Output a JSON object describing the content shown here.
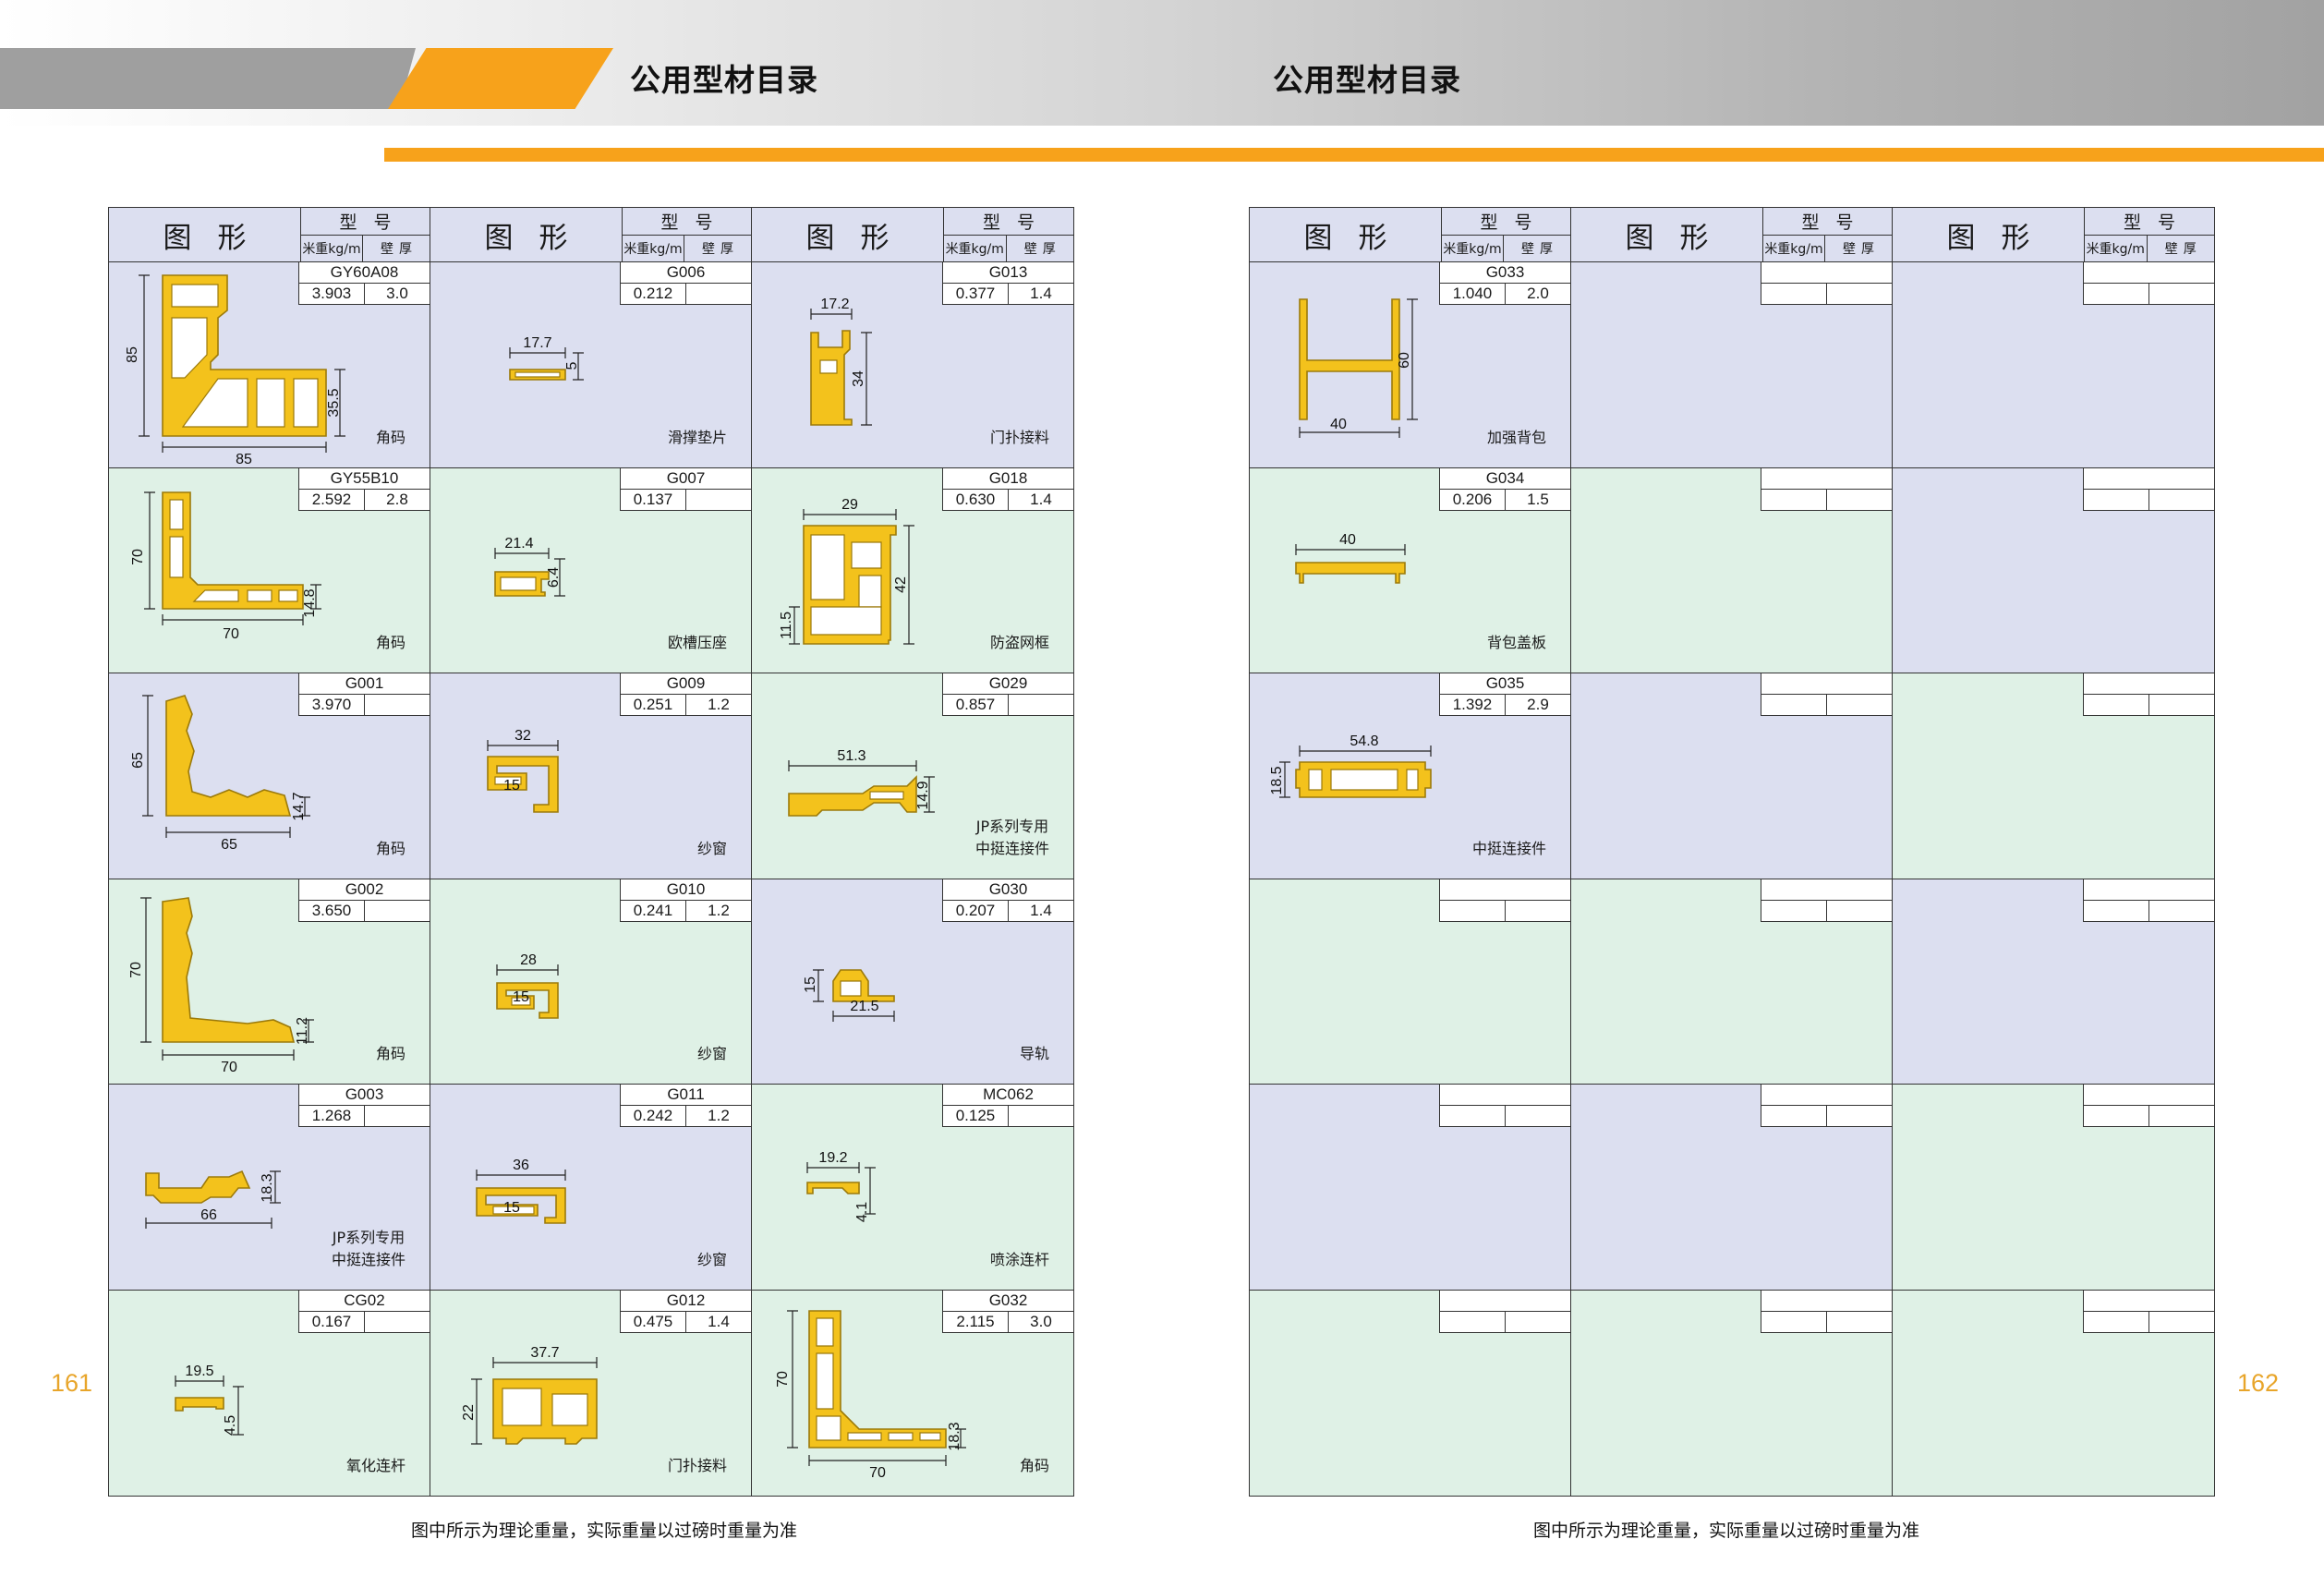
{
  "header": {
    "title_left": "公用型材目录",
    "title_right": "公用型材目录"
  },
  "pages": {
    "left": "161",
    "right": "162"
  },
  "footnote": {
    "left": "图中所示为理论重量，实际重量以过磅时重量为准",
    "right": "图中所示为理论重量，实际重量以过磅时重量为准"
  },
  "table_header": {
    "shape": "图形",
    "model": "型号",
    "weight": "米重kg/m",
    "wall": "壁厚"
  },
  "left_cells": [
    {
      "model": "GY60A08",
      "weight": "3.903",
      "wall": "3.0",
      "name": "角码",
      "dims": [
        "85",
        "85",
        "35.5"
      ]
    },
    {
      "model": "G006",
      "weight": "0.212",
      "wall": "",
      "name": "滑撑垫片",
      "dims": [
        "17.7",
        "5"
      ]
    },
    {
      "model": "G013",
      "weight": "0.377",
      "wall": "1.4",
      "name": "门扑接料",
      "dims": [
        "17.2",
        "34"
      ]
    },
    {
      "model": "GY55B10",
      "weight": "2.592",
      "wall": "2.8",
      "name": "角码",
      "dims": [
        "70",
        "70",
        "14.8"
      ]
    },
    {
      "model": "G007",
      "weight": "0.137",
      "wall": "",
      "name": "欧槽压座",
      "dims": [
        "21.4",
        "6.4"
      ]
    },
    {
      "model": "G018",
      "weight": "0.630",
      "wall": "1.4",
      "name": "防盗网框",
      "dims": [
        "29",
        "42",
        "11.5"
      ]
    },
    {
      "model": "G001",
      "weight": "3.970",
      "wall": "",
      "name": "角码",
      "dims": [
        "65",
        "65",
        "14.7"
      ]
    },
    {
      "model": "G009",
      "weight": "0.251",
      "wall": "1.2",
      "name": "纱窗",
      "dims": [
        "32",
        "15"
      ]
    },
    {
      "model": "G029",
      "weight": "0.857",
      "wall": "",
      "name": "JP系列专用",
      "name2": "中挺连接件",
      "dims": [
        "51.3",
        "14.9"
      ]
    },
    {
      "model": "G002",
      "weight": "3.650",
      "wall": "",
      "name": "角码",
      "dims": [
        "70",
        "70",
        "11.2"
      ]
    },
    {
      "model": "G010",
      "weight": "0.241",
      "wall": "1.2",
      "name": "纱窗",
      "dims": [
        "28",
        "15"
      ]
    },
    {
      "model": "G030",
      "weight": "0.207",
      "wall": "1.4",
      "name": "导轨",
      "dims": [
        "15",
        "21.5"
      ]
    },
    {
      "model": "G003",
      "weight": "1.268",
      "wall": "",
      "name": "JP系列专用",
      "name2": "中挺连接件",
      "dims": [
        "66",
        "18.3"
      ]
    },
    {
      "model": "G011",
      "weight": "0.242",
      "wall": "1.2",
      "name": "纱窗",
      "dims": [
        "36",
        "15"
      ]
    },
    {
      "model": "MC062",
      "weight": "0.125",
      "wall": "",
      "name": "喷涂连杆",
      "dims": [
        "19.2",
        "4.1"
      ]
    },
    {
      "model": "CG02",
      "weight": "0.167",
      "wall": "",
      "name": "氧化连杆",
      "dims": [
        "19.5",
        "4.5"
      ]
    },
    {
      "model": "G012",
      "weight": "0.475",
      "wall": "1.4",
      "name": "门扑接料",
      "dims": [
        "37.7",
        "22"
      ]
    },
    {
      "model": "G032",
      "weight": "2.115",
      "wall": "3.0",
      "name": "角码",
      "dims": [
        "70",
        "70",
        "18.3"
      ]
    }
  ],
  "right_cells": [
    {
      "model": "G033",
      "weight": "1.040",
      "wall": "2.0",
      "name": "加强背包",
      "dims": [
        "60",
        "40"
      ]
    },
    {
      "model": "",
      "weight": "",
      "wall": "",
      "name": "",
      "dims": []
    },
    {
      "model": "",
      "weight": "",
      "wall": "",
      "name": "",
      "dims": []
    },
    {
      "model": "G034",
      "weight": "0.206",
      "wall": "1.5",
      "name": "背包盖板",
      "dims": [
        "40"
      ]
    },
    {
      "model": "",
      "weight": "",
      "wall": "",
      "name": "",
      "dims": []
    },
    {
      "model": "",
      "weight": "",
      "wall": "",
      "name": "",
      "dims": []
    },
    {
      "model": "G035",
      "weight": "1.392",
      "wall": "2.9",
      "name": "中挺连接件",
      "dims": [
        "54.8",
        "18.5"
      ]
    },
    {
      "model": "",
      "weight": "",
      "wall": "",
      "name": "",
      "dims": []
    },
    {
      "model": "",
      "weight": "",
      "wall": "",
      "name": "",
      "dims": []
    },
    {
      "model": "",
      "weight": "",
      "wall": "",
      "name": "",
      "dims": []
    },
    {
      "model": "",
      "weight": "",
      "wall": "",
      "name": "",
      "dims": []
    },
    {
      "model": "",
      "weight": "",
      "wall": "",
      "name": "",
      "dims": []
    },
    {
      "model": "",
      "weight": "",
      "wall": "",
      "name": "",
      "dims": []
    },
    {
      "model": "",
      "weight": "",
      "wall": "",
      "name": "",
      "dims": []
    },
    {
      "model": "",
      "weight": "",
      "wall": "",
      "name": "",
      "dims": []
    },
    {
      "model": "",
      "weight": "",
      "wall": "",
      "name": "",
      "dims": []
    },
    {
      "model": "",
      "weight": "",
      "wall": "",
      "name": "",
      "dims": []
    },
    {
      "model": "",
      "weight": "",
      "wall": "",
      "name": "",
      "dims": []
    }
  ],
  "colors": {
    "accent": "#f7a21b",
    "profile_fill": "#f3c21c",
    "cell_purple": "#dcdff0",
    "cell_green": "#dff1e6",
    "page_number": "#e8a52a"
  }
}
